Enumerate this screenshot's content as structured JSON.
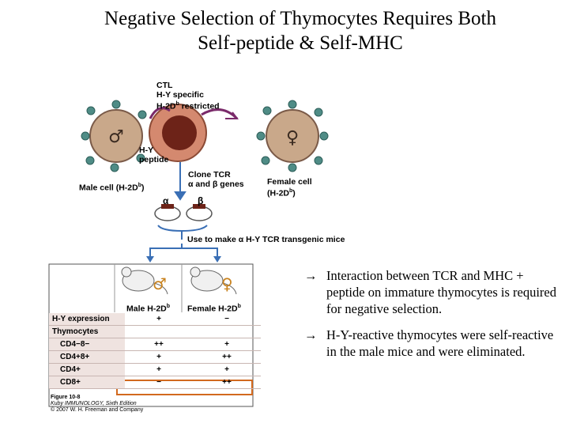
{
  "slide": {
    "title_line1": "Negative Selection of Thymocytes Requires Both",
    "title_line2": "Self-peptide & Self-MHC"
  },
  "figure": {
    "ctl_line1": "CTL",
    "ctl_line2": "H-Y specific",
    "ctl_line3_pre": "H-2D",
    "ctl_line3_sup": "b",
    "ctl_line3_post": " restricted",
    "hy_line1": "H-Y",
    "hy_line2": "peptide",
    "male_cell_pre": "Male cell (H-2D",
    "male_cell_sup": "b",
    "male_cell_post": ")",
    "clone_line1": "Clone TCR",
    "clone_line2_pre": "α and β genes",
    "clone_line2_sup": "",
    "female_line1": "Female cell",
    "female_line2_pre": "(H-2D",
    "female_line2_sup": "b",
    "female_line2_post": ")",
    "alpha": "α",
    "beta": "β",
    "transgenic": "Use to make α H-Y TCR transgenic mice",
    "male_symbol": "♂",
    "female_symbol": "♀",
    "col_male_pre": "Male H-2D",
    "col_female_pre": "Female H-2D",
    "col_sup": "b",
    "caption_line1": "Figure 10-8",
    "caption_line2": "Kuby IMMUNOLOGY, Sixth Edition",
    "caption_line3": "© 2007 W. H. Freeman and Company"
  },
  "table": {
    "hy_expression": {
      "label": "H-Y expression",
      "male": "+",
      "female": "−"
    },
    "thymocytes_label": "Thymocytes",
    "rows": [
      {
        "label": "CD4−8−",
        "male": "++",
        "female": "+"
      },
      {
        "label": "CD4+8+",
        "male": "+",
        "female": "++"
      },
      {
        "label": "CD4+",
        "male": "+",
        "female": "+"
      },
      {
        "label": "CD8+",
        "male": "−",
        "female": "++"
      }
    ]
  },
  "bullets": [
    {
      "arrow": "→",
      "text": "Interaction between TCR and MHC + peptide on  immature thymocytes is required for negative selection."
    },
    {
      "arrow": "→",
      "text": "H-Y-reactive thymocytes were self-reactive in the male mice and were eliminated."
    }
  ],
  "colors": {
    "cell_fill": "#c9a88a",
    "cell_stroke": "#7a5a48",
    "ctl_fill": "#d4896f",
    "ctl_nucleus": "#6d2318",
    "receptor": "#4f8c86",
    "arrow_blue": "#3a6fb5",
    "highlight_box": "#d2691e"
  }
}
